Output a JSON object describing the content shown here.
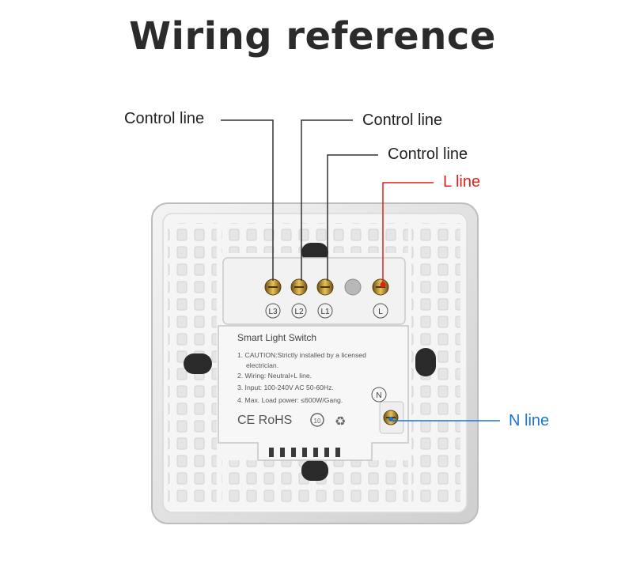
{
  "title": "Wiring reference",
  "callouts": {
    "control_1": "Control line",
    "control_2": "Control line",
    "control_3": "Control line",
    "l_line": "L line",
    "n_line": "N line"
  },
  "terminals": [
    "L3",
    "L2",
    "L1",
    "L"
  ],
  "neutral_terminal": "N",
  "label": {
    "heading": "Smart Light Switch",
    "lines": [
      "1. CAUTION:Strictly installed by a licensed",
      "electrician.",
      "2. Wiring: Neutral+L line.",
      "3. Input: 100-240V AC 50-60Hz.",
      "4. Max. Load power: ≤600W/Gang."
    ],
    "certifications": "CE RoHS"
  },
  "colors": {
    "live_wire": "#e0201c",
    "neutral_wire": "#1a73d9",
    "control_wire": "#333333"
  }
}
